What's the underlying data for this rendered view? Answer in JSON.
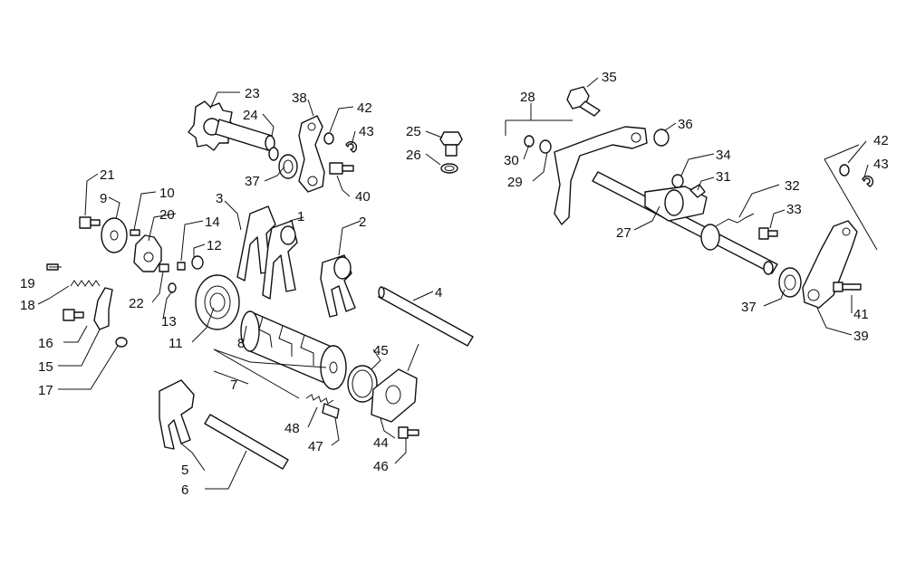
{
  "callouts": {
    "c1": "1",
    "c2": "2",
    "c3": "3",
    "c4": "4",
    "c5": "5",
    "c6": "6",
    "c7": "7",
    "c8": "8",
    "c9": "9",
    "c10": "10",
    "c11": "11",
    "c12": "12",
    "c13": "13",
    "c14": "14",
    "c15": "15",
    "c16": "16",
    "c17": "17",
    "c18": "18",
    "c19": "19",
    "c20": "20",
    "c21": "21",
    "c22": "22",
    "c23": "23",
    "c24": "24",
    "c25": "25",
    "c26": "26",
    "c27": "27",
    "c28": "28",
    "c29": "29",
    "c30": "30",
    "c31": "31",
    "c32": "32",
    "c33": "33",
    "c34": "34",
    "c35": "35",
    "c36": "36",
    "c37a": "37",
    "c37b": "37",
    "c38": "38",
    "c39": "39",
    "c40": "40",
    "c41": "41",
    "c42a": "42",
    "c42b": "42",
    "c43a": "43",
    "c43b": "43",
    "c44": "44",
    "c45": "45",
    "c46": "46",
    "c47": "47",
    "c48": "48"
  }
}
